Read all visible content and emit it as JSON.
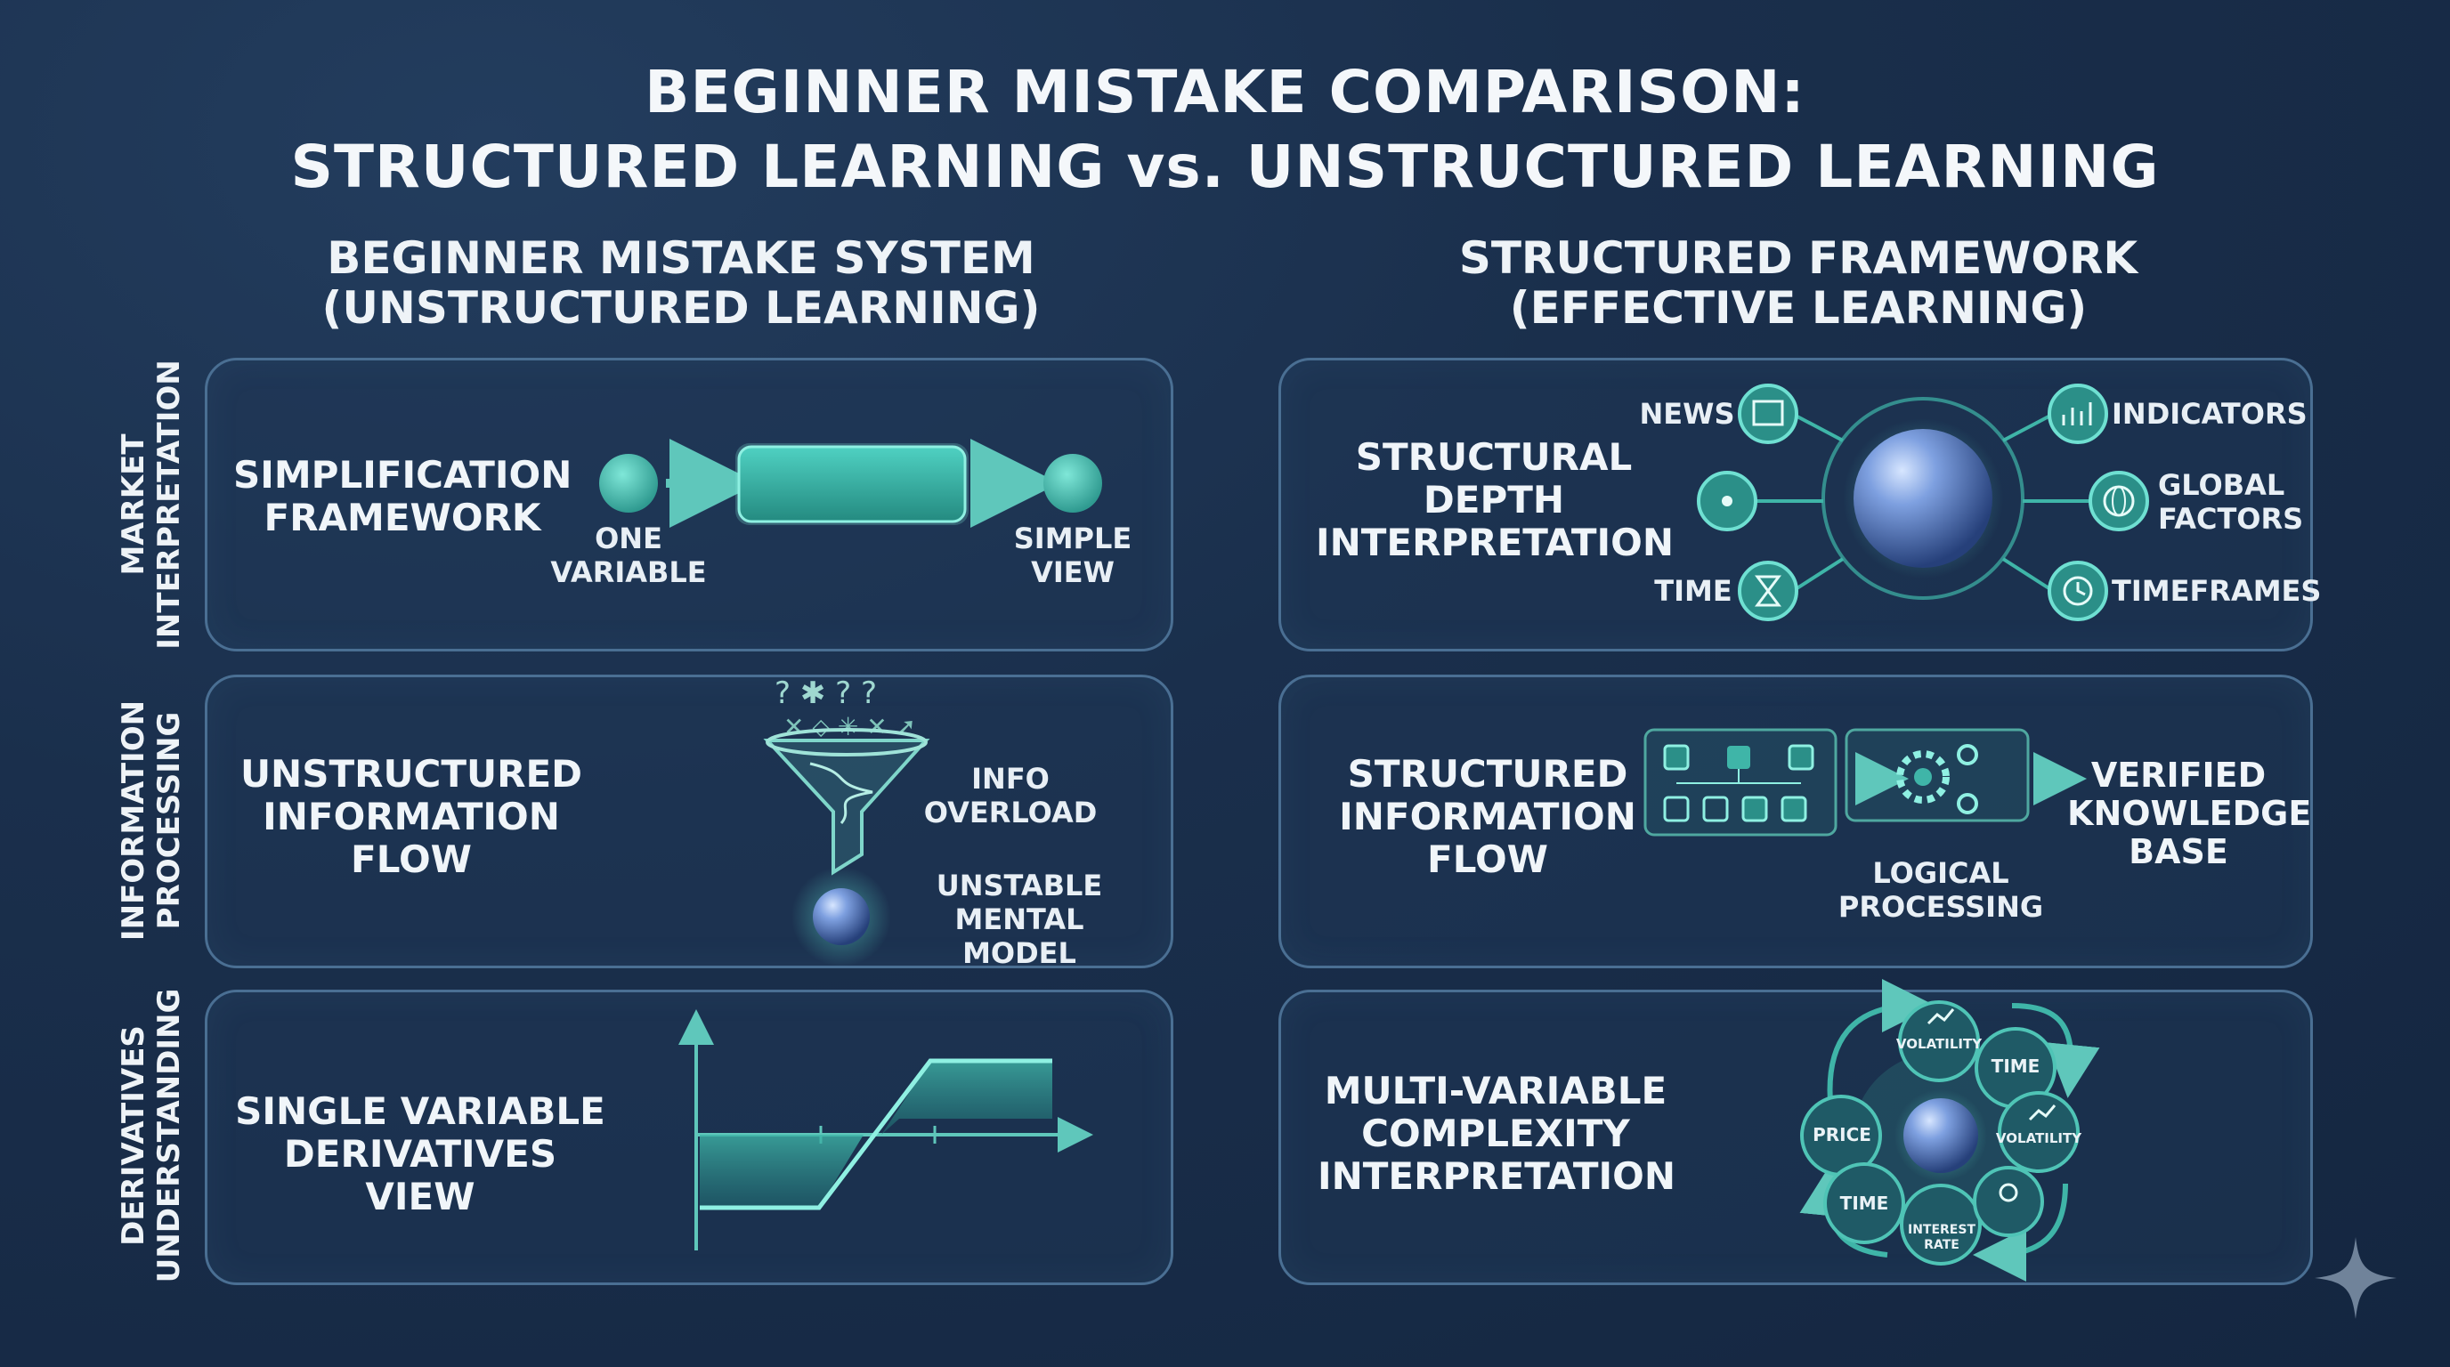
{
  "title": {
    "line1": "BEGINNER MISTAKE COMPARISON:",
    "line2": "STRUCTURED LEARNING vs. UNSTRUCTURED LEARNING"
  },
  "left_column": {
    "line1": "BEGINNER MISTAKE SYSTEM",
    "line2": "(UNSTRUCTURED LEARNING)"
  },
  "right_column": {
    "line1": "STRUCTURED FRAMEWORK",
    "line2": "(EFFECTIVE LEARNING)"
  },
  "rows": {
    "market": {
      "line1": "MARKET",
      "line2": "INTERPRETATION"
    },
    "information": {
      "line1": "INFORMATION",
      "line2": "PROCESSING"
    },
    "derivatives": {
      "line1": "DERIVATIVES",
      "line2": "UNDERSTANDING"
    }
  },
  "left_panels": {
    "simplification": {
      "line1": "SIMPLIFICATION",
      "line2": "FRAMEWORK",
      "one_variable": {
        "line1": "ONE",
        "line2": "VARIABLE"
      },
      "simple_view": {
        "line1": "SIMPLE",
        "line2": "VIEW"
      }
    },
    "unstructured_flow": {
      "line1": "UNSTRUCTURED",
      "line2": "INFORMATION",
      "line3": "FLOW",
      "info_overload": {
        "line1": "INFO",
        "line2": "OVERLOAD"
      },
      "unstable_model": {
        "line1": "UNSTABLE",
        "line2": "MENTAL MODEL"
      }
    },
    "single_variable": {
      "line1": "SINGLE VARIABLE",
      "line2": "DERIVATIVES VIEW"
    }
  },
  "right_panels": {
    "structural_depth": {
      "line1": "STRUCTURAL",
      "line2": "DEPTH",
      "line3": "INTERPRETATION",
      "news": "NEWS",
      "time": "TIME",
      "indicators": "INDICATORS",
      "global_factors": {
        "line1": "GLOBAL",
        "line2": "FACTORS"
      },
      "timeframes": "TIMEFRAMES"
    },
    "structured_flow": {
      "line1": "STRUCTURED",
      "line2": "INFORMATION",
      "line3": "FLOW",
      "logical_processing": {
        "line1": "LOGICAL",
        "line2": "PROCESSING"
      },
      "verified": {
        "line1": "VERIFIED",
        "line2": "KNOWLEDGE",
        "line3": "BASE"
      }
    },
    "multi_variable": {
      "line1": "MULTI-VARIABLE",
      "line2": "COMPLEXITY",
      "line3": "INTERPRETATION",
      "nodes": {
        "volatility_top": "VOLATILITY",
        "time_top": "TIME",
        "volatility_right": "VOLATILITY",
        "price": "PRICE",
        "time_bottom": "TIME",
        "interest_rate": {
          "line1": "INTEREST",
          "line2": "RATE"
        }
      }
    }
  },
  "colors": {
    "background": "#1a2f4c",
    "panel_border": "#4a6f93",
    "teal": "#3fb5a8",
    "teal_glow": "#5fe0cf",
    "sphere": "#6b8fd6"
  }
}
